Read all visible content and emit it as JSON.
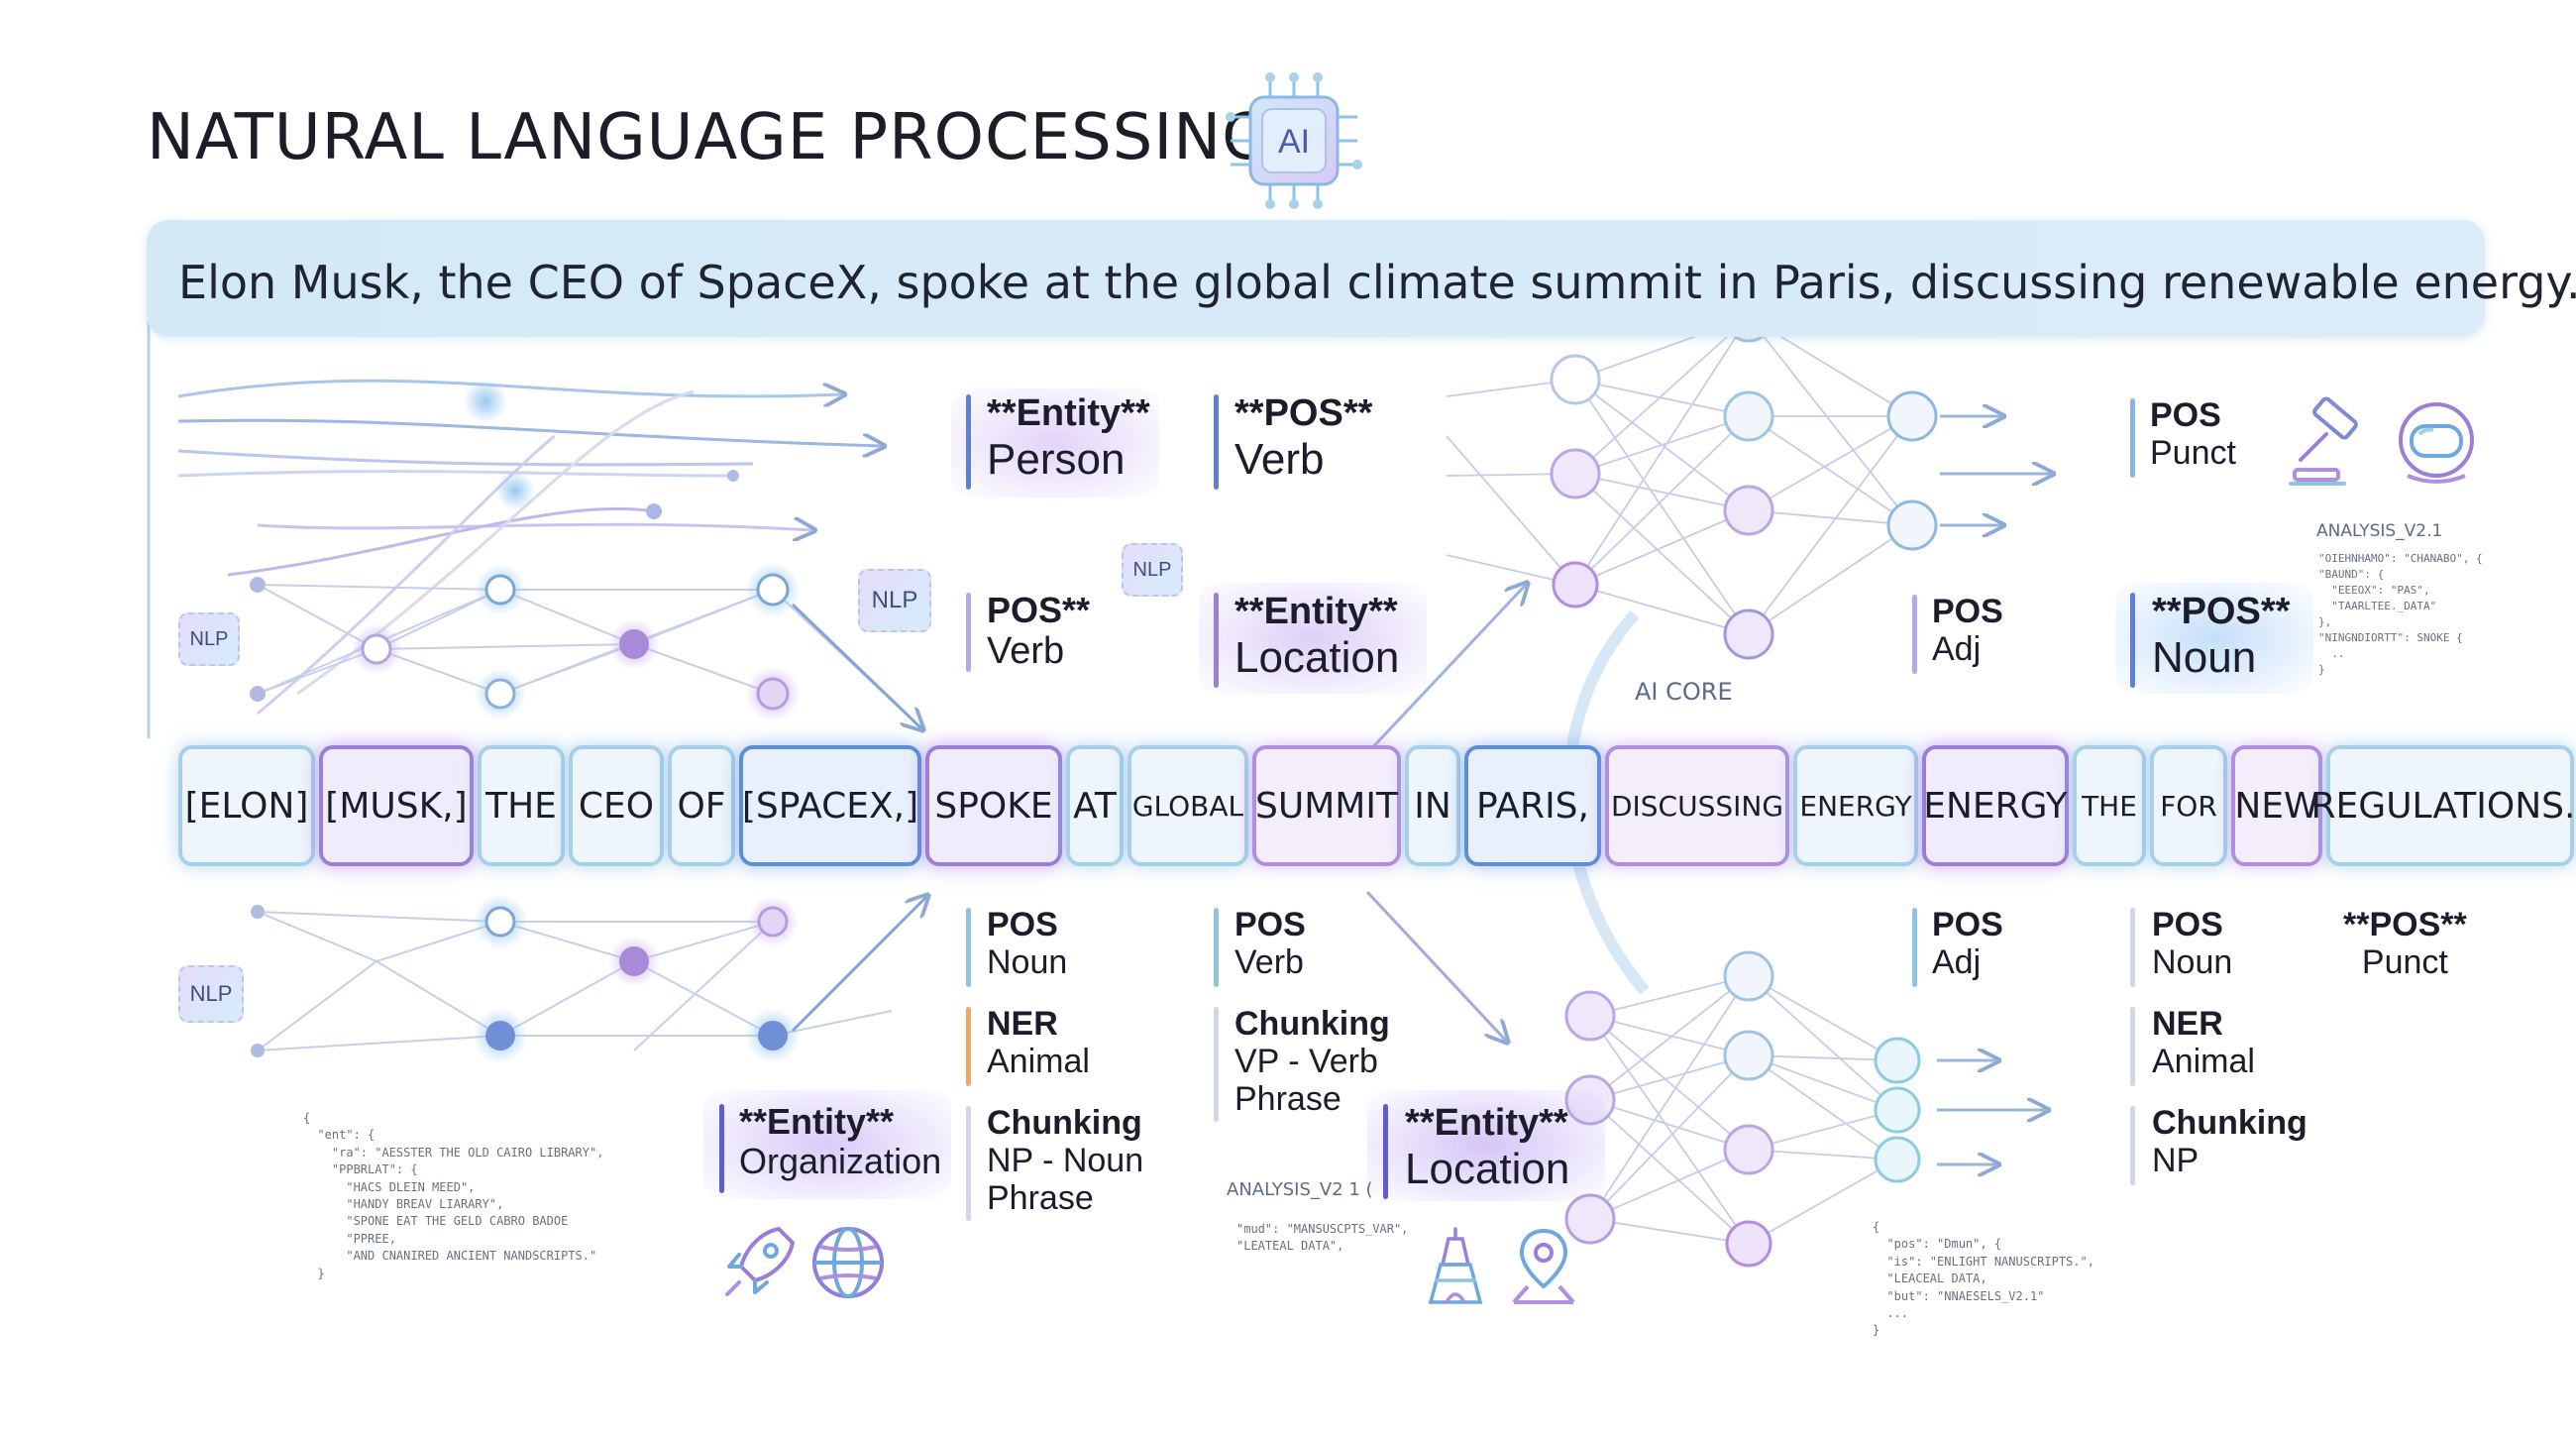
{
  "title": "NATURAL LANGUAGE PROCESSING",
  "chip_label": "AI",
  "sentence": "Elon Musk, the CEO of SpaceX, spoke at the global climate summit in Paris, discussing renewable energy.",
  "tokens": [
    "[ELON]",
    "[MUSK,]",
    "THE",
    "CEO",
    "OF",
    "[SPACEX,]",
    "SPOKE",
    "AT",
    "GLOBAL",
    "SUMMIT",
    "IN",
    "PARIS,",
    "DISCUSSING",
    "ENERGY",
    "ENERGY",
    "THE",
    "FOR",
    "NEW",
    "REGULATIONS.]"
  ],
  "labels_top": {
    "entity_person": {
      "key": "**Entity**",
      "value": "Person"
    },
    "pos_verb_1": {
      "key": "**POS**",
      "value": "Verb"
    },
    "pos_verb_2": {
      "key": "POS**",
      "value": "Verb"
    },
    "entity_location_1": {
      "key": "**Entity**",
      "value": "Location"
    },
    "pos_punct_1": {
      "key": "POS",
      "value": "Punct"
    },
    "pos_adj_1": {
      "key": "POS",
      "value": "Adj"
    },
    "pos_noun_1": {
      "key": "**POS**",
      "value": "Noun"
    }
  },
  "labels_bottom": {
    "pos_noun_2": {
      "key": "POS",
      "value": "Noun"
    },
    "ner_animal_1": {
      "key": "NER",
      "value": "Animal"
    },
    "chunk_np_phrase": {
      "key": "Chunking",
      "value": "NP - Noun",
      "value2": "Phrase"
    },
    "entity_org": {
      "key": "**Entity**",
      "value": "Organization"
    },
    "pos_verb_3": {
      "key": "POS",
      "value": "Verb"
    },
    "chunk_vp": {
      "key": "Chunking",
      "value": "VP - Verb",
      "value2": "Phrase"
    },
    "entity_location_2": {
      "key": "**Entity**",
      "value": "Location"
    },
    "pos_adj_2": {
      "key": "POS",
      "value": "Adj"
    },
    "pos_noun_3": {
      "key": "POS",
      "value": "Noun"
    },
    "ner_animal_2": {
      "key": "NER",
      "value": "Animal"
    },
    "chunk_np": {
      "key": "Chunking",
      "value": "NP"
    },
    "pos_punct_2": {
      "key": "**POS**",
      "value": "Punct"
    }
  },
  "badges": {
    "nlp": "NLP",
    "ai_core": "AI CORE",
    "analysis_1": "ANALYSIS_V2.1",
    "analysis_2": "ANALYSIS_V2 1 ("
  },
  "code_snippets": {
    "left": "{\n  \"ent\": {\n    \"ra\": \"AESSTER THE OLD CAIRO LIBRARY\",\n    \"PPBRLAT\": {\n      \"HACS DLEIN MEED\",\n      \"HANDY BREAV LIARARY\",\n      \"SPONE EAT THE GELD CABRO BADOE\n      \"PPREE,\n      \"AND CNANIRED ANCIENT NANDSCRIPTS.\"\n  }",
    "mid": "\"mud\": \"MANSUSCPTS_VAR\",\n\"LEATEAL DATA\",",
    "right_top": "\"OIEHNHAMO\": \"CHANABO\", {\n\"BAUND\": {\n  \"EEEOX\": \"PAS\",\n  \"TAARLTEE._DATA\"\n},\n\"NINGNDIORTT\": SNOKE {\n  ..\n}",
    "right_bottom": "{\n  \"pos\": \"Dmun\", {\n  \"is\": \"ENLIGHT NANUSCRIPTS.\",\n  \"LEACEAL DATA,\n  \"but\": \"NNAESELS_V2.1\"\n  ...\n}"
  },
  "colors": {
    "blue": "#5e8fd6",
    "purple": "#9b7fd6",
    "orange": "#f0a860",
    "teal": "#8fc4df",
    "lavender": "#b8a6e6"
  }
}
